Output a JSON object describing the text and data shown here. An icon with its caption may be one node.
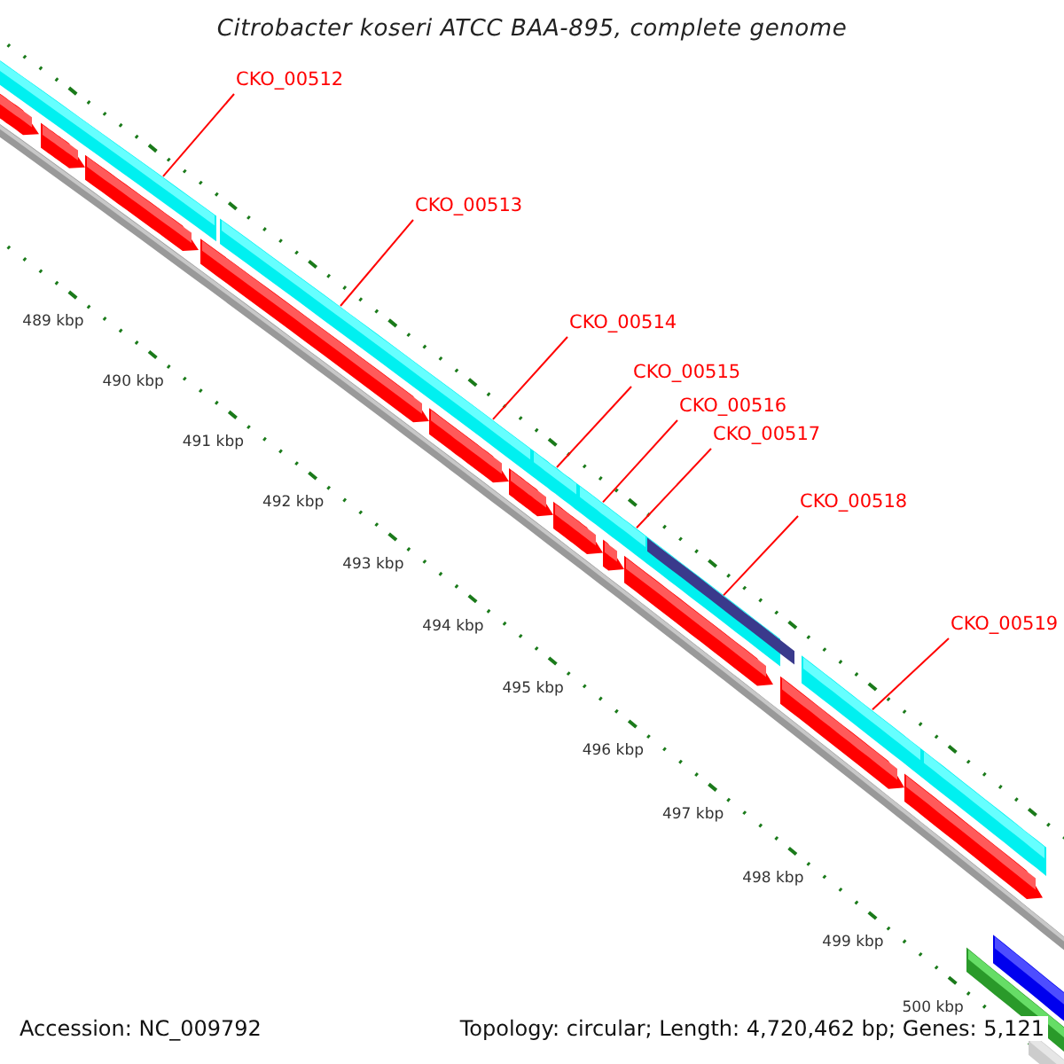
{
  "diagram": {
    "title": "Citrobacter koseri ATCC BAA-895, complete genome",
    "nodes": [
      {
        "text": [
          "CKO_00512"
        ]
      },
      {
        "text": [
          "CKO_00513"
        ]
      },
      {
        "text": [
          "CKO_00514"
        ]
      },
      {
        "text": [
          "CKO_00515"
        ]
      },
      {
        "text": [
          "CKO_00516"
        ]
      },
      {
        "text": [
          "CKO_00517"
        ]
      },
      {
        "text": [
          "CKO_00518"
        ]
      },
      {
        "text": [
          "CKO_00519"
        ]
      },
      {
        "text": [],
        "shape": "bar"
      },
      {
        "text": [],
        "shape": "bar"
      },
      {
        "text": [],
        "shape": "bar"
      },
      {
        "text": [],
        "shape": "bar"
      },
      {
        "text": [],
        "shape": "bar"
      },
      {
        "text": [],
        "shape": "bar"
      },
      {
        "text": [],
        "shape": "bar"
      },
      {
        "text": [],
        "shape": "bar"
      }
    ],
    "edges": [
      {
        "from": 0,
        "to": 8,
        "arrow": "none"
      },
      {
        "from": 1,
        "to": 9,
        "arrow": "none"
      },
      {
        "from": 2,
        "to": 9,
        "arrow": "none"
      },
      {
        "from": 3,
        "to": 10,
        "arrow": "none"
      },
      {
        "from": 4,
        "to": 11,
        "arrow": "none"
      },
      {
        "from": 5,
        "to": 11,
        "arrow": "none"
      },
      {
        "from": 6,
        "to": 13,
        "arrow": "none"
      },
      {
        "from": 7,
        "to": 14,
        "arrow": "none"
      }
    ],
    "labels": [
      "489 kbp",
      "490 kbp",
      "491 kbp",
      "492 kbp",
      "493 kbp",
      "494 kbp",
      "495 kbp",
      "496 kbp",
      "497 kbp",
      "498 kbp",
      "499 kbp",
      "500 kbp",
      "Accession: NC_009792",
      "Topology: circular; Length: 4,720,462 bp; Genes: 5,121"
    ]
  }
}
